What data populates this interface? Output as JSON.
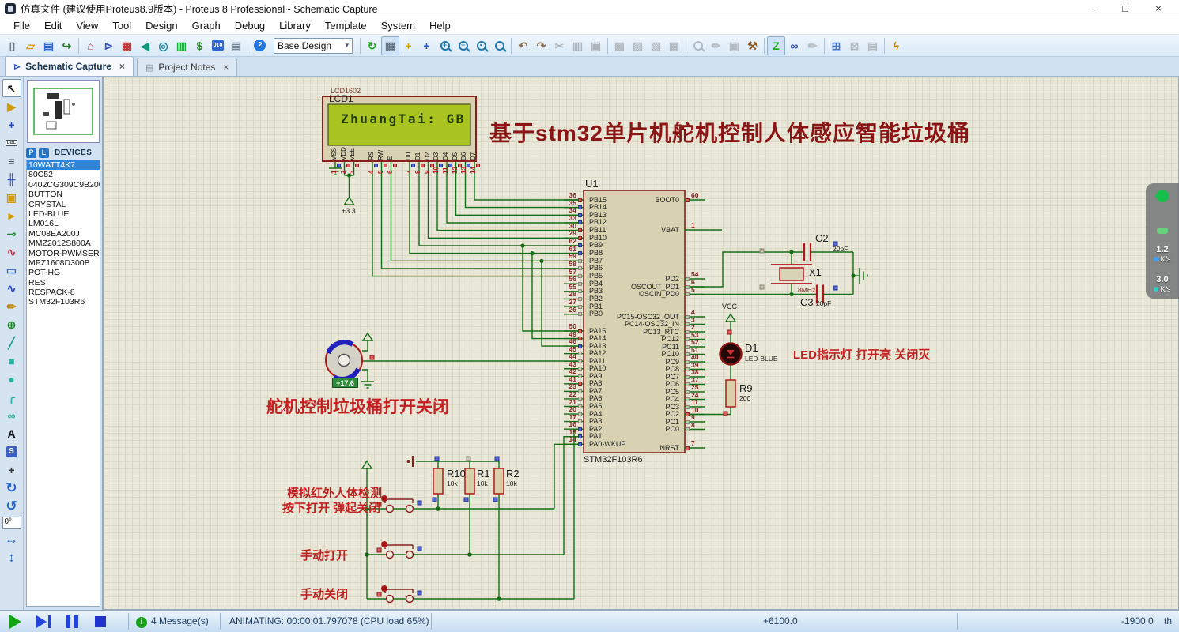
{
  "window": {
    "title": "仿真文件 (建议使用Proteus8.9版本)  - Proteus 8 Professional - Schematic Capture",
    "controls": {
      "minimize": "–",
      "maximize": "□",
      "close": "×"
    }
  },
  "menu": {
    "items": [
      "File",
      "Edit",
      "View",
      "Tool",
      "Design",
      "Graph",
      "Debug",
      "Library",
      "Template",
      "System",
      "Help"
    ]
  },
  "toolbar": {
    "design_selector": {
      "value": "Base Design"
    },
    "groups": [
      {
        "name": "file",
        "items": [
          {
            "name": "new-file-icon",
            "glyph": "▯",
            "color": "#667788"
          },
          {
            "name": "open-file-icon",
            "glyph": "▱",
            "color": "#d4a017"
          },
          {
            "name": "save-file-icon",
            "glyph": "▤",
            "color": "#3366cc"
          },
          {
            "name": "import-icon",
            "glyph": "↪",
            "color": "#2a7a2a"
          }
        ]
      },
      {
        "name": "modules",
        "items": [
          {
            "name": "home-page-icon",
            "glyph": "⌂",
            "color": "#cc3333"
          },
          {
            "name": "schematic-capture-icon",
            "glyph": "⊳",
            "color": "#3355bb"
          },
          {
            "name": "pcb-layout-icon",
            "glyph": "▦",
            "color": "#cc3333"
          },
          {
            "name": "3d-visualizer-icon",
            "glyph": "◀",
            "color": "#119977"
          },
          {
            "name": "gerber-viewer-icon",
            "glyph": "◎",
            "color": "#2288aa"
          },
          {
            "name": "design-explorer-icon",
            "glyph": "▥",
            "color": "#22aa44"
          },
          {
            "name": "bill-of-materials-icon",
            "glyph": "$",
            "color": "#227722"
          },
          {
            "name": "simulation-log-icon",
            "kind": "badge",
            "glyph": "010",
            "bg": "#3366cc"
          },
          {
            "name": "project-notes-icon",
            "glyph": "▤",
            "color": "#778899"
          }
        ]
      },
      {
        "name": "help",
        "items": [
          {
            "name": "help-icon",
            "kind": "badge",
            "glyph": "?",
            "bg": "#2277dd",
            "round": true
          }
        ]
      },
      {
        "name": "selector",
        "kind": "selector",
        "items": []
      },
      {
        "name": "view",
        "items": [
          {
            "name": "redraw-icon",
            "glyph": "↻",
            "color": "#22aa22"
          },
          {
            "name": "grid-toggle-icon",
            "glyph": "▦",
            "color": "#667788",
            "active": true
          },
          {
            "name": "origin-icon",
            "glyph": "+",
            "color": "#d4a500"
          },
          {
            "name": "pan-icon",
            "glyph": "+",
            "color": "#2255cc"
          },
          {
            "name": "zoom-in-icon",
            "kind": "lens",
            "sub": "+"
          },
          {
            "name": "zoom-out-icon",
            "kind": "lens",
            "sub": "−"
          },
          {
            "name": "zoom-area-icon",
            "kind": "lens",
            "sub": "▪"
          },
          {
            "name": "zoom-fit-icon",
            "kind": "lens",
            "sub": ""
          }
        ]
      },
      {
        "name": "edit",
        "items": [
          {
            "name": "undo-icon",
            "glyph": "↶",
            "color": "#8a6d4f"
          },
          {
            "name": "redo-icon",
            "glyph": "↷",
            "color": "#8a6d4f"
          },
          {
            "name": "cut-icon",
            "glyph": "✂",
            "color": "#555566",
            "enabled": false
          },
          {
            "name": "copy-icon",
            "glyph": "▥",
            "color": "#555566",
            "enabled": false
          },
          {
            "name": "paste-icon",
            "glyph": "▣",
            "color": "#555566",
            "enabled": false
          }
        ]
      },
      {
        "name": "block",
        "items": [
          {
            "name": "block-copy-icon",
            "glyph": "▩",
            "color": "#667",
            "enabled": false
          },
          {
            "name": "block-move-icon",
            "glyph": "▨",
            "color": "#667",
            "enabled": false
          },
          {
            "name": "block-rotate-icon",
            "glyph": "▧",
            "color": "#667",
            "enabled": false
          },
          {
            "name": "block-delete-icon",
            "glyph": "▦",
            "color": "#667",
            "enabled": false
          }
        ]
      },
      {
        "name": "tools",
        "items": [
          {
            "name": "pick-parts-icon",
            "kind": "lens",
            "sub": "",
            "enabled": false
          },
          {
            "name": "make-device-icon",
            "glyph": "✏",
            "color": "#667",
            "enabled": false
          },
          {
            "name": "packaging-tool-icon",
            "glyph": "▣",
            "color": "#667",
            "enabled": false
          },
          {
            "name": "decompose-icon",
            "glyph": "⚒",
            "color": "#8a5a2a"
          }
        ]
      },
      {
        "name": "wiring",
        "items": [
          {
            "name": "wire-autorouter-icon",
            "glyph": "Z",
            "color": "#22aa22",
            "active": true
          },
          {
            "name": "search-tag-icon",
            "glyph": "∞",
            "color": "#2244aa"
          },
          {
            "name": "property-assignment-icon",
            "glyph": "✏",
            "color": "#667",
            "enabled": false
          }
        ]
      },
      {
        "name": "sheets",
        "items": [
          {
            "name": "new-sheet-icon",
            "glyph": "⊞",
            "color": "#4477cc"
          },
          {
            "name": "remove-sheet-icon",
            "glyph": "⊠",
            "color": "#667",
            "enabled": false
          },
          {
            "name": "goto-sheet-icon",
            "glyph": "▤",
            "color": "#667",
            "enabled": false
          }
        ]
      },
      {
        "name": "erc",
        "items": [
          {
            "name": "electrical-rules-check-icon",
            "glyph": "ϟ",
            "color": "#cc8800"
          }
        ]
      }
    ]
  },
  "tabs": [
    {
      "label": "Schematic Capture",
      "icon": "⊳",
      "icon_color": "#3355bb",
      "active": true
    },
    {
      "label": "Project Notes",
      "icon": "▤",
      "icon_color": "#778899",
      "active": false
    }
  ],
  "side_toolbar": {
    "items": [
      {
        "name": "selection-pointer-icon",
        "glyph": "↖",
        "color": "#111111",
        "active": true
      },
      {
        "name": "component-mode-icon",
        "glyph": "▶",
        "color": "#d49a00"
      },
      {
        "name": "junction-dot-icon",
        "glyph": "+",
        "color": "#2244cc"
      },
      {
        "name": "wire-label-icon",
        "kind": "text",
        "glyph": "LBL"
      },
      {
        "name": "text-script-icon",
        "glyph": "≡",
        "color": "#334455"
      },
      {
        "name": "bus-mode-icon",
        "glyph": "╫",
        "color": "#2244cc"
      },
      {
        "name": "subcircuit-icon",
        "glyph": "▣",
        "color": "#d49a00"
      },
      {
        "name": "terminal-mode-icon",
        "glyph": "►",
        "color": "#d49a00"
      },
      {
        "name": "device-pin-icon",
        "glyph": "⊸",
        "color": "#228833"
      },
      {
        "name": "graph-mode-icon",
        "glyph": "∿",
        "color": "#cc3344"
      },
      {
        "name": "tape-recorder-icon",
        "glyph": "▭",
        "color": "#3366cc"
      },
      {
        "name": "generator-mode-icon",
        "glyph": "∿",
        "color": "#2244cc"
      },
      {
        "name": "voltage-probe-icon",
        "glyph": "✏",
        "color": "#b8860b"
      },
      {
        "name": "current-probe-icon",
        "glyph": "⊕",
        "color": "#228833"
      },
      {
        "name": "2d-line-icon",
        "glyph": "╱",
        "color": "#1f9e8e"
      },
      {
        "name": "2d-box-icon",
        "glyph": "■",
        "color": "#2ab3a0"
      },
      {
        "name": "2d-circle-icon",
        "glyph": "●",
        "color": "#2ab3a0"
      },
      {
        "name": "2d-arc-icon",
        "glyph": "╭",
        "color": "#2ab3a0"
      },
      {
        "name": "2d-path-icon",
        "glyph": "∞",
        "color": "#2ab3a0"
      },
      {
        "name": "2d-text-icon",
        "glyph": "A",
        "color": "#111111"
      },
      {
        "name": "2d-symbol-icon",
        "kind": "badge",
        "glyph": "S"
      },
      {
        "name": "2d-marker-icon",
        "glyph": "+",
        "color": "#333333"
      }
    ],
    "rotate_cw": "↻",
    "rotate_ccw": "↺",
    "angle": "0°",
    "flip_h": "↔",
    "flip_v": "↕"
  },
  "devices_panel": {
    "p_button": "P",
    "l_button": "L",
    "header": "DEVICES",
    "selected_index": 0,
    "items": [
      "10WATT4K7",
      "80C52",
      "0402CG309C9B200",
      "BUTTON",
      "CRYSTAL",
      "LED-BLUE",
      "LM016L",
      "MC08EA200J",
      "MMZ2012S800A",
      "MOTOR-PWMSER",
      "MPZ1608D300B",
      "POT-HG",
      "RES",
      "RESPACK-8",
      "STM32F103R6"
    ]
  },
  "schematic": {
    "heading": "基于stm32单片机舵机控制人体感应智能垃圾桶",
    "annotations": {
      "servo_note": "舵机控制垃圾桶打开关闭",
      "led_note": "LED指示灯  打开亮  关闭灭",
      "ir_note_line1": "模拟红外人体检测",
      "ir_note_line2": "按下打开  弹起关闭",
      "manual_open": "手动打开",
      "manual_close": "手动关闭"
    },
    "power": {
      "vcc": "VCC",
      "v33": "+3.3"
    },
    "lcd": {
      "type": "LCD1602",
      "ref": "LCD1",
      "screen_text": "ZhuangTai: GB",
      "pins": [
        {
          "num": "1",
          "name": "VSS",
          "state": "blue"
        },
        {
          "num": "2",
          "name": "VDD",
          "state": "red"
        },
        {
          "num": "3",
          "name": "VEE",
          "state": "red"
        },
        {
          "num": "4",
          "name": "RS",
          "state": "blue"
        },
        {
          "num": "5",
          "name": "RW",
          "state": "red"
        },
        {
          "num": "6",
          "name": "E",
          "state": "red"
        },
        {
          "num": "7",
          "name": "D0",
          "state": "blue"
        },
        {
          "num": "8",
          "name": "D1",
          "state": "red"
        },
        {
          "num": "9",
          "name": "D2",
          "state": "red"
        },
        {
          "num": "10",
          "name": "D3",
          "state": "blue"
        },
        {
          "num": "11",
          "name": "D4",
          "state": "blue"
        },
        {
          "num": "12",
          "name": "D5",
          "state": "red"
        },
        {
          "num": "13",
          "name": "D6",
          "state": "blue"
        },
        {
          "num": "14",
          "name": "D7",
          "state": "red"
        }
      ]
    },
    "mcu": {
      "ref": "U1",
      "part": "STM32F103R6",
      "left_pins": [
        {
          "num": "36",
          "name": "PB15",
          "state": "red"
        },
        {
          "num": "35",
          "name": "PB14",
          "state": "blue"
        },
        {
          "num": "34",
          "name": "PB13",
          "state": "blue"
        },
        {
          "num": "33",
          "name": "PB12",
          "state": "blue"
        },
        {
          "num": "30",
          "name": "PB11",
          "state": "red"
        },
        {
          "num": "29",
          "name": "PB10",
          "state": "red"
        },
        {
          "num": "62",
          "name": "PB9",
          "state": "blue"
        },
        {
          "num": "61",
          "name": "PB8",
          "state": "blue"
        },
        {
          "num": "59",
          "name": "PB7",
          "state": "gray"
        },
        {
          "num": "58",
          "name": "PB6",
          "state": "gray"
        },
        {
          "num": "57",
          "name": "PB5",
          "state": "gray"
        },
        {
          "num": "56",
          "name": "PB4",
          "state": "gray"
        },
        {
          "num": "55",
          "name": "PB3",
          "state": "gray"
        },
        {
          "num": "28",
          "name": "PB2",
          "state": "gray"
        },
        {
          "num": "27",
          "name": "PB1",
          "state": "gray"
        },
        {
          "num": "26",
          "name": "PB0",
          "state": "gray"
        },
        {
          "num": "50",
          "name": "PA15",
          "state": "red"
        },
        {
          "num": "49",
          "name": "PA14",
          "state": "red"
        },
        {
          "num": "46",
          "name": "PA13",
          "state": "blue"
        },
        {
          "num": "45",
          "name": "PA12",
          "state": "gray"
        },
        {
          "num": "44",
          "name": "PA11",
          "state": "gray"
        },
        {
          "num": "43",
          "name": "PA10",
          "state": "gray"
        },
        {
          "num": "42",
          "name": "PA9",
          "state": "gray"
        },
        {
          "num": "41",
          "name": "PA8",
          "state": "red"
        },
        {
          "num": "23",
          "name": "PA7",
          "state": "gray"
        },
        {
          "num": "22",
          "name": "PA6",
          "state": "gray"
        },
        {
          "num": "21",
          "name": "PA5",
          "state": "gray"
        },
        {
          "num": "20",
          "name": "PA4",
          "state": "gray"
        },
        {
          "num": "17",
          "name": "PA3",
          "state": "gray"
        },
        {
          "num": "16",
          "name": "PA2",
          "state": "blue"
        },
        {
          "num": "15",
          "name": "PA1",
          "state": "blue"
        },
        {
          "num": "14",
          "name": "PA0-WKUP",
          "state": "blue"
        }
      ],
      "right_pins": [
        {
          "num": "60",
          "name": "BOOT0",
          "state": "red"
        },
        {
          "num": "1",
          "name": "VBAT",
          "state": ""
        },
        {
          "num": "54",
          "name": "PD2",
          "state": "gray"
        },
        {
          "num": "6",
          "name": "OSCOUT_PD1",
          "state": "gray"
        },
        {
          "num": "5",
          "name": "OSCIN_PD0",
          "state": "gray"
        },
        {
          "num": "4",
          "name": "PC15-OSC32_OUT",
          "state": "gray"
        },
        {
          "num": "3",
          "name": "PC14-OSC32_IN",
          "state": "gray"
        },
        {
          "num": "2",
          "name": "PC13_RTC",
          "state": "gray"
        },
        {
          "num": "53",
          "name": "PC12",
          "state": "gray"
        },
        {
          "num": "52",
          "name": "PC11",
          "state": "gray"
        },
        {
          "num": "51",
          "name": "PC10",
          "state": "gray"
        },
        {
          "num": "40",
          "name": "PC9",
          "state": "gray"
        },
        {
          "num": "39",
          "name": "PC8",
          "state": "gray"
        },
        {
          "num": "38",
          "name": "PC7",
          "state": "gray"
        },
        {
          "num": "37",
          "name": "PC6",
          "state": "gray"
        },
        {
          "num": "25",
          "name": "PC5",
          "state": "gray"
        },
        {
          "num": "24",
          "name": "PC4",
          "state": "gray"
        },
        {
          "num": "11",
          "name": "PC3",
          "state": "gray"
        },
        {
          "num": "10",
          "name": "PC2",
          "state": "red"
        },
        {
          "num": "9",
          "name": "PC1",
          "state": "gray"
        },
        {
          "num": "8",
          "name": "PC0",
          "state": "gray"
        },
        {
          "num": "7",
          "name": "NRST",
          "state": "red"
        }
      ]
    },
    "crystal": {
      "ref": "X1",
      "value": "8MHz"
    },
    "caps": [
      {
        "ref": "C2",
        "value": "20pF"
      },
      {
        "ref": "C3",
        "value": "20pF"
      }
    ],
    "led": {
      "ref": "D1",
      "part": "LED-BLUE"
    },
    "servo": {
      "value": "+17.6"
    },
    "resistors": [
      {
        "ref": "R9",
        "value": "200"
      },
      {
        "ref": "R10",
        "value": "10k"
      },
      {
        "ref": "R1",
        "value": "10k"
      },
      {
        "ref": "R2",
        "value": "10k"
      }
    ]
  },
  "status_bar": {
    "messages": "4 Message(s)",
    "animating": "ANIMATING: 00:00:01.797078 (CPU load 65%)",
    "coord_x": "+6100.0",
    "coord_y": "-1900.0",
    "units": "th"
  },
  "overlay": {
    "speeds": [
      {
        "value": "1.2",
        "unit": "K/s"
      },
      {
        "value": "3.0",
        "unit": "K/s"
      }
    ]
  }
}
